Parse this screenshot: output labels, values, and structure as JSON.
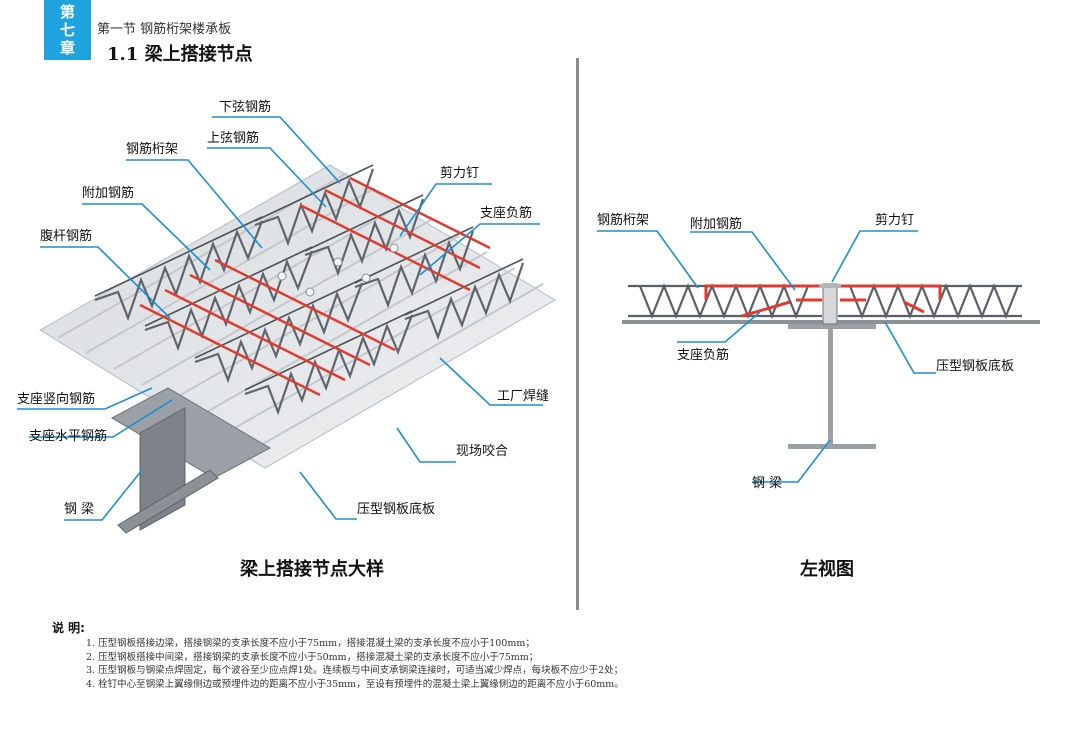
{
  "header": {
    "chapter_chars": [
      "第",
      "七",
      "章"
    ],
    "section_name": "第一节 钢筋桁架楼承板",
    "title": "1.1 梁上搭接节点"
  },
  "left_figure": {
    "caption": "梁上搭接节点大样",
    "labels": {
      "lower_chord": "下弦钢筋",
      "truss": "钢筋桁架",
      "upper_chord": "上弦钢筋",
      "shear_stud": "剪力钉",
      "additional_bar": "附加钢筋",
      "support_negative_bar": "支座负筋",
      "web_bar": "腹杆钢筋",
      "support_vertical_bar": "支座竖向钢筋",
      "factory_weld": "工厂焊缝",
      "support_horizontal_bar": "支座水平钢筋",
      "site_seam": "现场咬合",
      "steel_beam": "钢 梁",
      "deck_plate": "压型钢板底板"
    }
  },
  "right_figure": {
    "caption": "左视图",
    "labels": {
      "truss": "钢筋桁架",
      "additional_bar": "附加钢筋",
      "shear_stud": "剪力钉",
      "support_negative_bar": "支座负筋",
      "deck_plate": "压型钢板底板",
      "steel_beam": "钢 梁"
    }
  },
  "notes": {
    "title": "说 明:",
    "items": [
      "1. 压型钢板搭接边梁，搭接钢梁的支承长度不应小于75mm，搭接混凝土梁的支承长度不应小于100mm；",
      "2. 压型钢板搭接中间梁，搭接钢梁的支承长度不应小于50mm，搭接混凝土梁的支承长度不应小于75mm；",
      "3. 压型钢板与钢梁点焊固定，每个波谷至少应点焊1处。连续板与中间支承钢梁连接时，可适当减少焊点，每块板不应少于2处；",
      "4. 栓钉中心至钢梁上翼缘侧边或预埋件边的距离不应小于35mm，至设有预埋件的混凝土梁上翼缘侧边的距离不应小于60mm。"
    ]
  },
  "colors": {
    "tab_blue": "#1fa3de",
    "leader_blue": "#1c8fd1",
    "rebar_red": "#e03b2f",
    "steel_gray": "#6f747a",
    "divider_gray": "#8a8a8a"
  }
}
